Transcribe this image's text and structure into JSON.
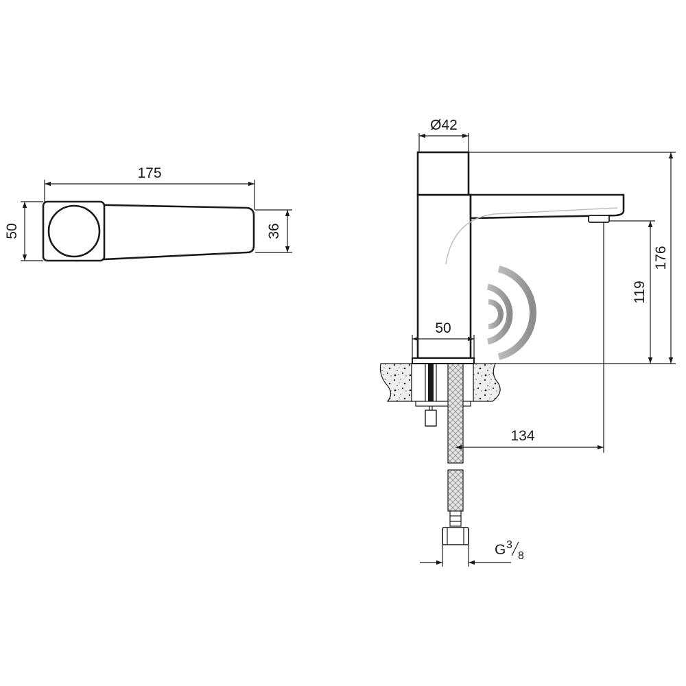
{
  "top_view": {
    "length_label": "175",
    "height_label": "50",
    "spout_height_label": "36"
  },
  "side_view": {
    "diameter_label": "Ø42",
    "base_width_label": "50",
    "spout_reach_label": "134",
    "spout_height_label": "119",
    "total_height_label": "176"
  },
  "connection": {
    "thread_letter": "G",
    "thread_numerator": "3",
    "thread_denominator": "8"
  }
}
